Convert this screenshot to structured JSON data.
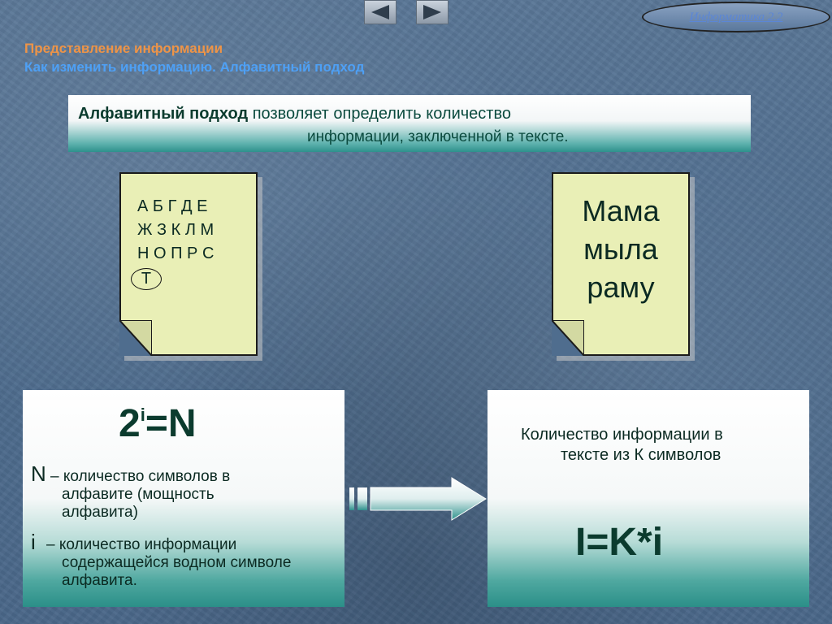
{
  "nav": {
    "prev_label": "",
    "next_label": ""
  },
  "badge": {
    "text": "Информатика 2.2"
  },
  "header": {
    "line1": "Представление информации",
    "line2": "Как изменить информацию. Алфавитный подход"
  },
  "banner": {
    "bold": "Алфавитный подход",
    "rest1": " позволяет определить количество",
    "rest2": "информации, заключенной в тексте."
  },
  "note_left": {
    "rows": [
      "А Б Г Д Е",
      "Ж З К Л М",
      "Н О П Р С"
    ],
    "circled": "Т"
  },
  "note_right": {
    "lines": [
      "Мама",
      "мыла",
      "раму"
    ]
  },
  "panel_left": {
    "formula_base": "2",
    "formula_exp": "i",
    "formula_rest": "=N",
    "n_symbol": "N",
    "n_line1": " – количество символов в",
    "n_line2": "алфавите (мощность",
    "n_line3": "алфавита)",
    "i_symbol": "i",
    "i_line1": " – количество информации",
    "i_line2": "содержащейся водном символе",
    "i_line3": "алфавита."
  },
  "panel_right": {
    "line1": "Количество информации в",
    "line2": "тексте из К символов",
    "formula": "I=K*i"
  },
  "colors": {
    "title_orange": "#ee9447",
    "title_blue": "#4ea0f5",
    "note_fill": "#e9efb6",
    "teal": "#2e918c"
  }
}
